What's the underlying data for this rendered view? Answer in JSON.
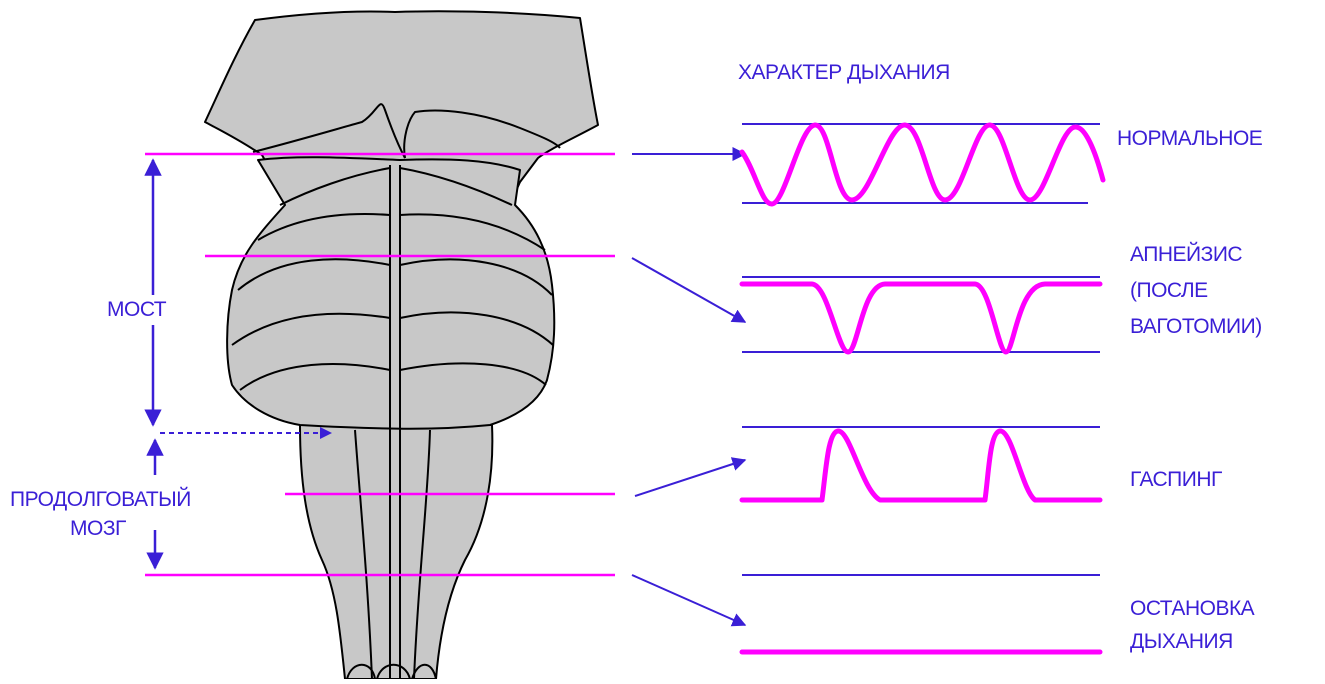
{
  "colors": {
    "label": "#3a1fd6",
    "level_line": "#ff00ff",
    "trace": "#ff00ff",
    "rail": "#3a1fd6",
    "brain_fill": "#c8c8c8",
    "outline": "#000000"
  },
  "title": "ХАРАКТЕР ДЫХАНИЯ",
  "regions": {
    "pons": "МОСТ",
    "medulla_line1": "ПРОДОЛГОВАТЫЙ",
    "medulla_line2": "МОЗГ"
  },
  "patterns": [
    {
      "id": "normal",
      "lines": [
        "НОРМАЛЬНОЕ"
      ]
    },
    {
      "id": "apneusis",
      "lines": [
        "АПНЕЙЗИС",
        "(ПОСЛЕ",
        "ВАГОТОМИИ)"
      ]
    },
    {
      "id": "gasping",
      "lines": [
        "ГАСПИНГ"
      ]
    },
    {
      "id": "arrest",
      "lines": [
        "ОСТАНОВКА",
        "ДЫХАНИЯ"
      ]
    }
  ]
}
